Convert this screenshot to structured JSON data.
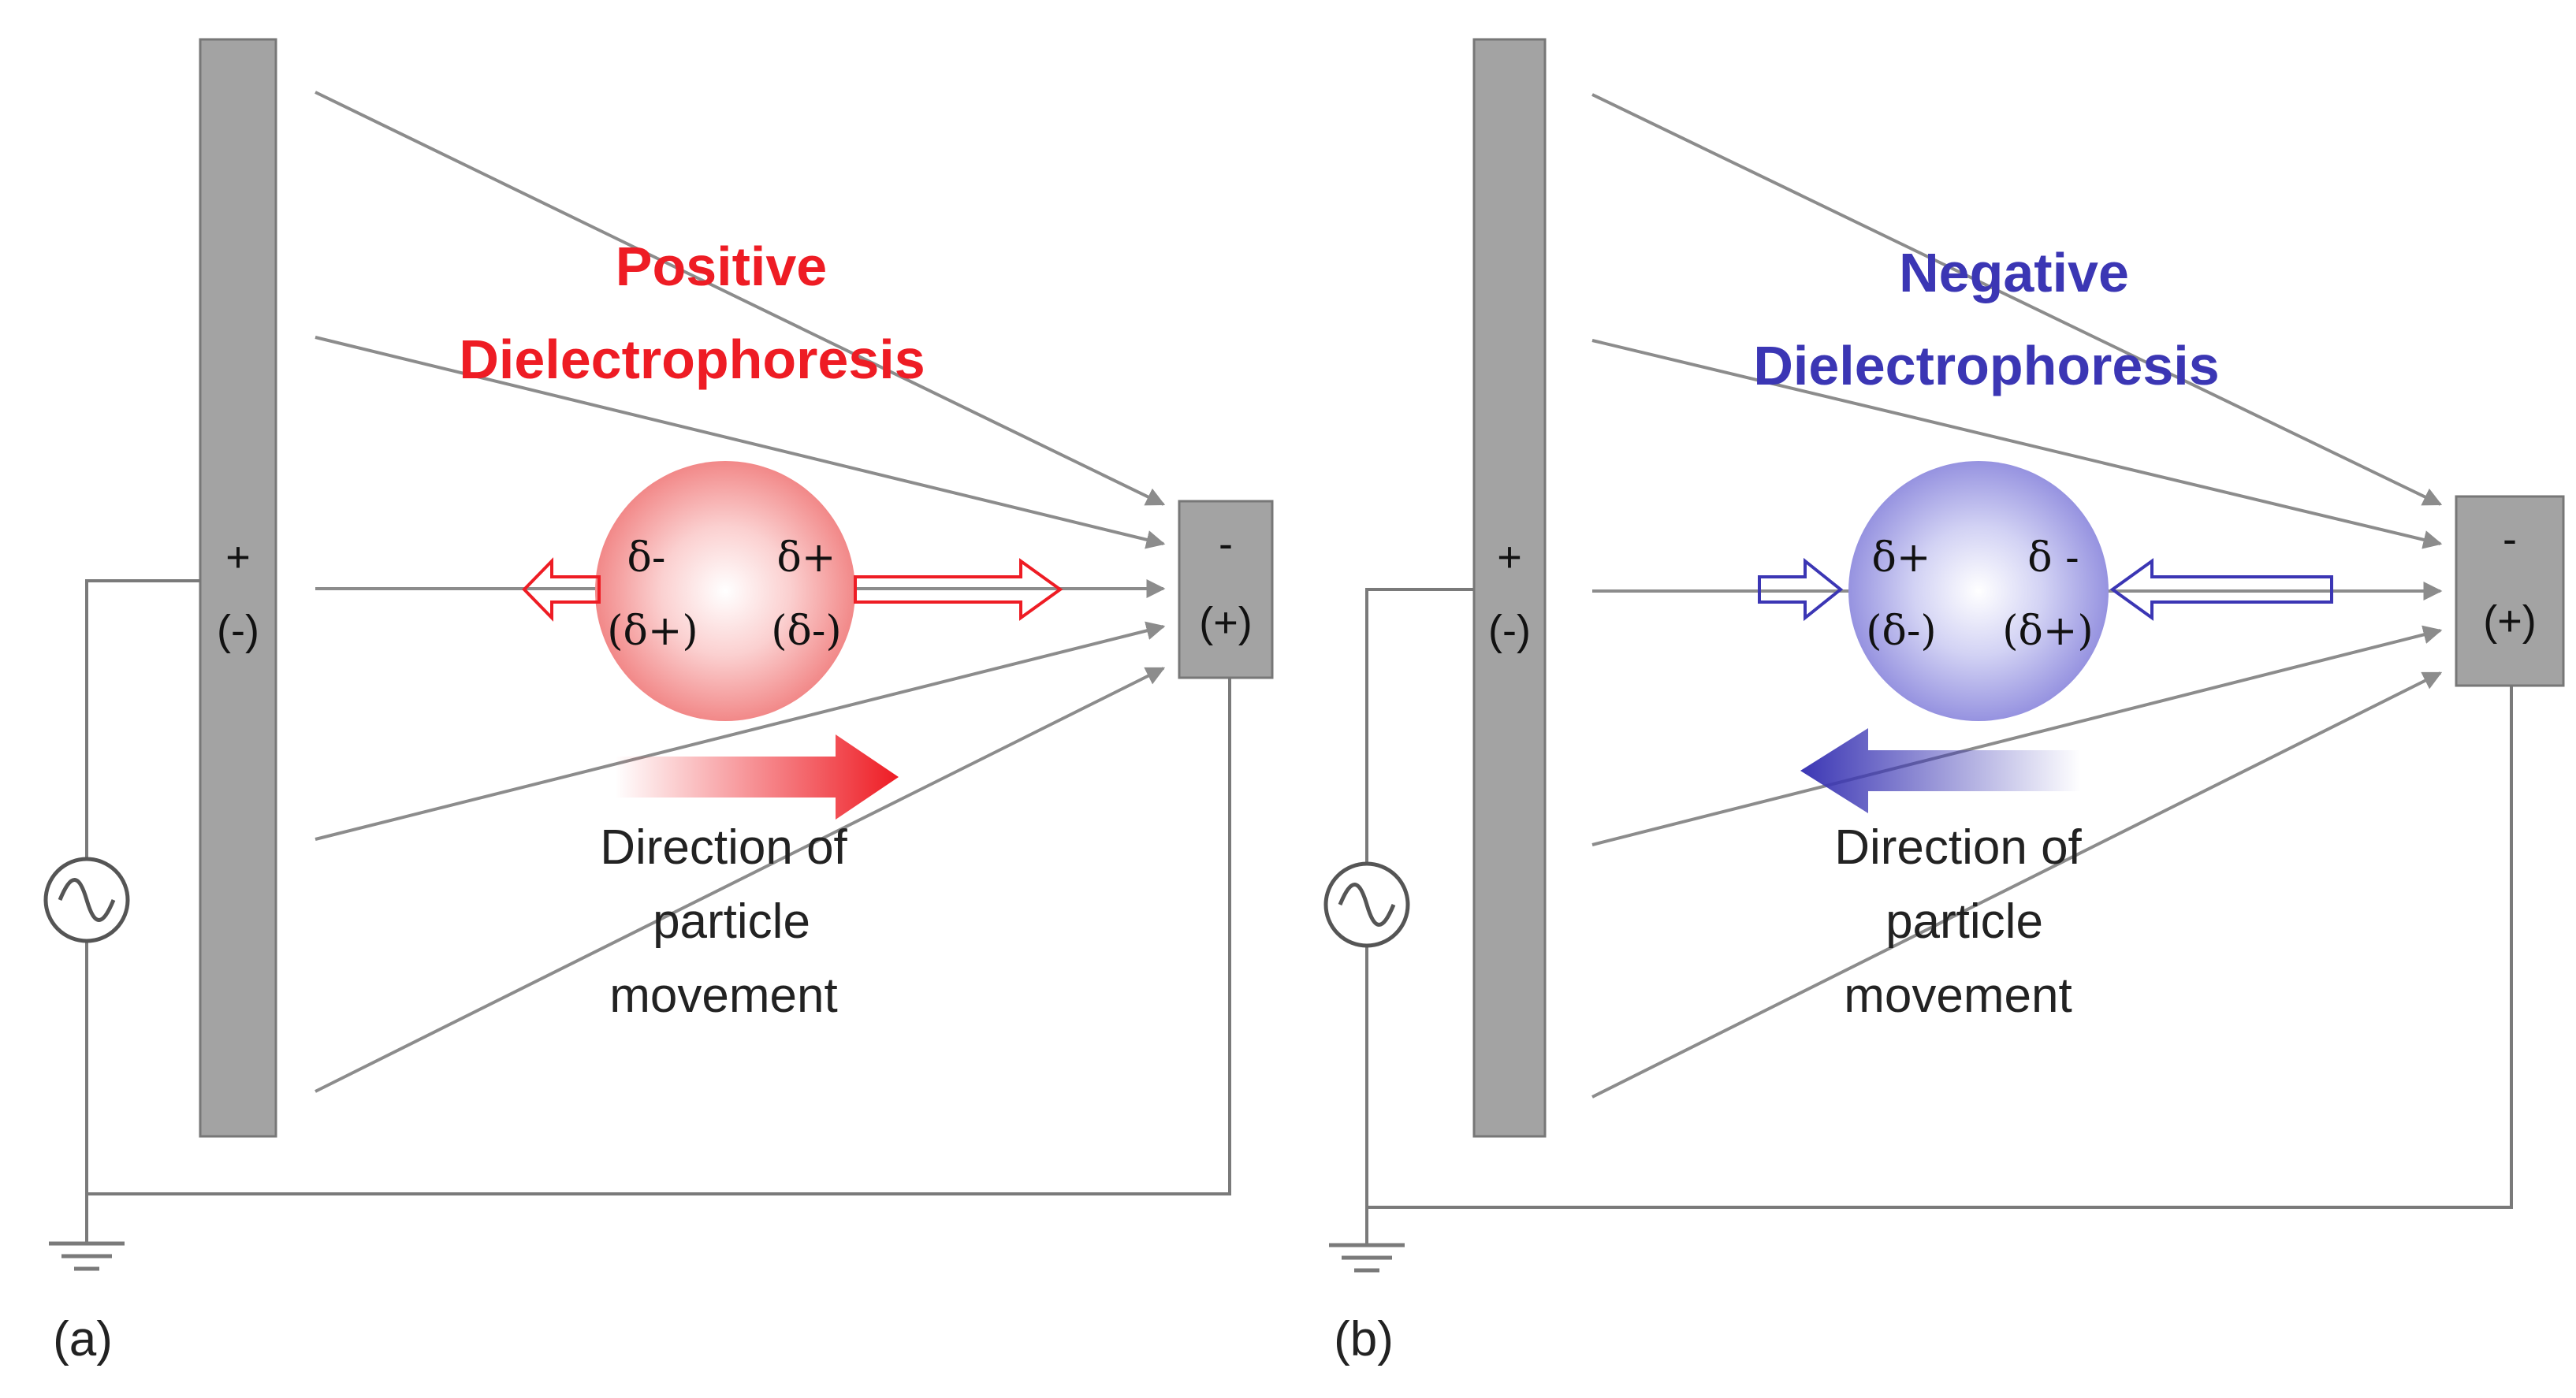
{
  "colors": {
    "positive": "#ee1c24",
    "negative": "#3b36b4",
    "electrode": "#a3a3a3",
    "wire": "#7a7a7a",
    "field_line": "#8c8c8c"
  },
  "panels": [
    {
      "id": "a",
      "panel_label": "(a)",
      "title_line1": "Positive",
      "title_line2": "Dielectrophoresis",
      "left_electrode_top": "+",
      "left_electrode_bottom": "(-)",
      "right_electrode_top": "-",
      "right_electrode_bottom": "(+)",
      "charge_left_top": "δ-",
      "charge_left_bottom": "(δ+)",
      "charge_right_top": "δ+",
      "charge_right_bottom": "(δ-)",
      "caption_line1": "Direction of",
      "caption_line2": "particle",
      "caption_line3": "movement",
      "source_icon": "ac-source-icon",
      "ground_icon": "ground-icon"
    },
    {
      "id": "b",
      "panel_label": "(b)",
      "title_line1": "Negative",
      "title_line2": "Dielectrophoresis",
      "left_electrode_top": "+",
      "left_electrode_bottom": "(-)",
      "right_electrode_top": "-",
      "right_electrode_bottom": "(+)",
      "charge_left_top": "δ+",
      "charge_left_bottom": "(δ-)",
      "charge_right_top": "δ -",
      "charge_right_bottom": "(δ+)",
      "caption_line1": "Direction of",
      "caption_line2": "particle",
      "caption_line3": "movement",
      "source_icon": "ac-source-icon",
      "ground_icon": "ground-icon"
    }
  ]
}
